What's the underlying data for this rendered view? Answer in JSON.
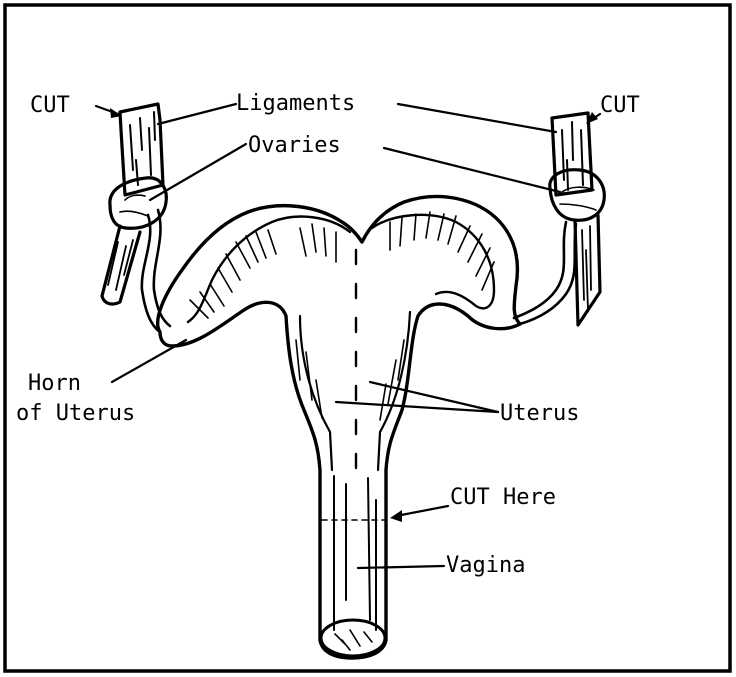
{
  "labels": {
    "cut_left": "CUT",
    "cut_right": "CUT",
    "ligaments": "Ligaments",
    "ovaries": "Ovaries",
    "horn_line1": "Horn",
    "horn_line2": "of Uterus",
    "uterus": "Uterus",
    "cut_here": "CUT Here",
    "vagina": "Vagina"
  },
  "colors": {
    "ink": "#000000",
    "paper": "#ffffff"
  }
}
